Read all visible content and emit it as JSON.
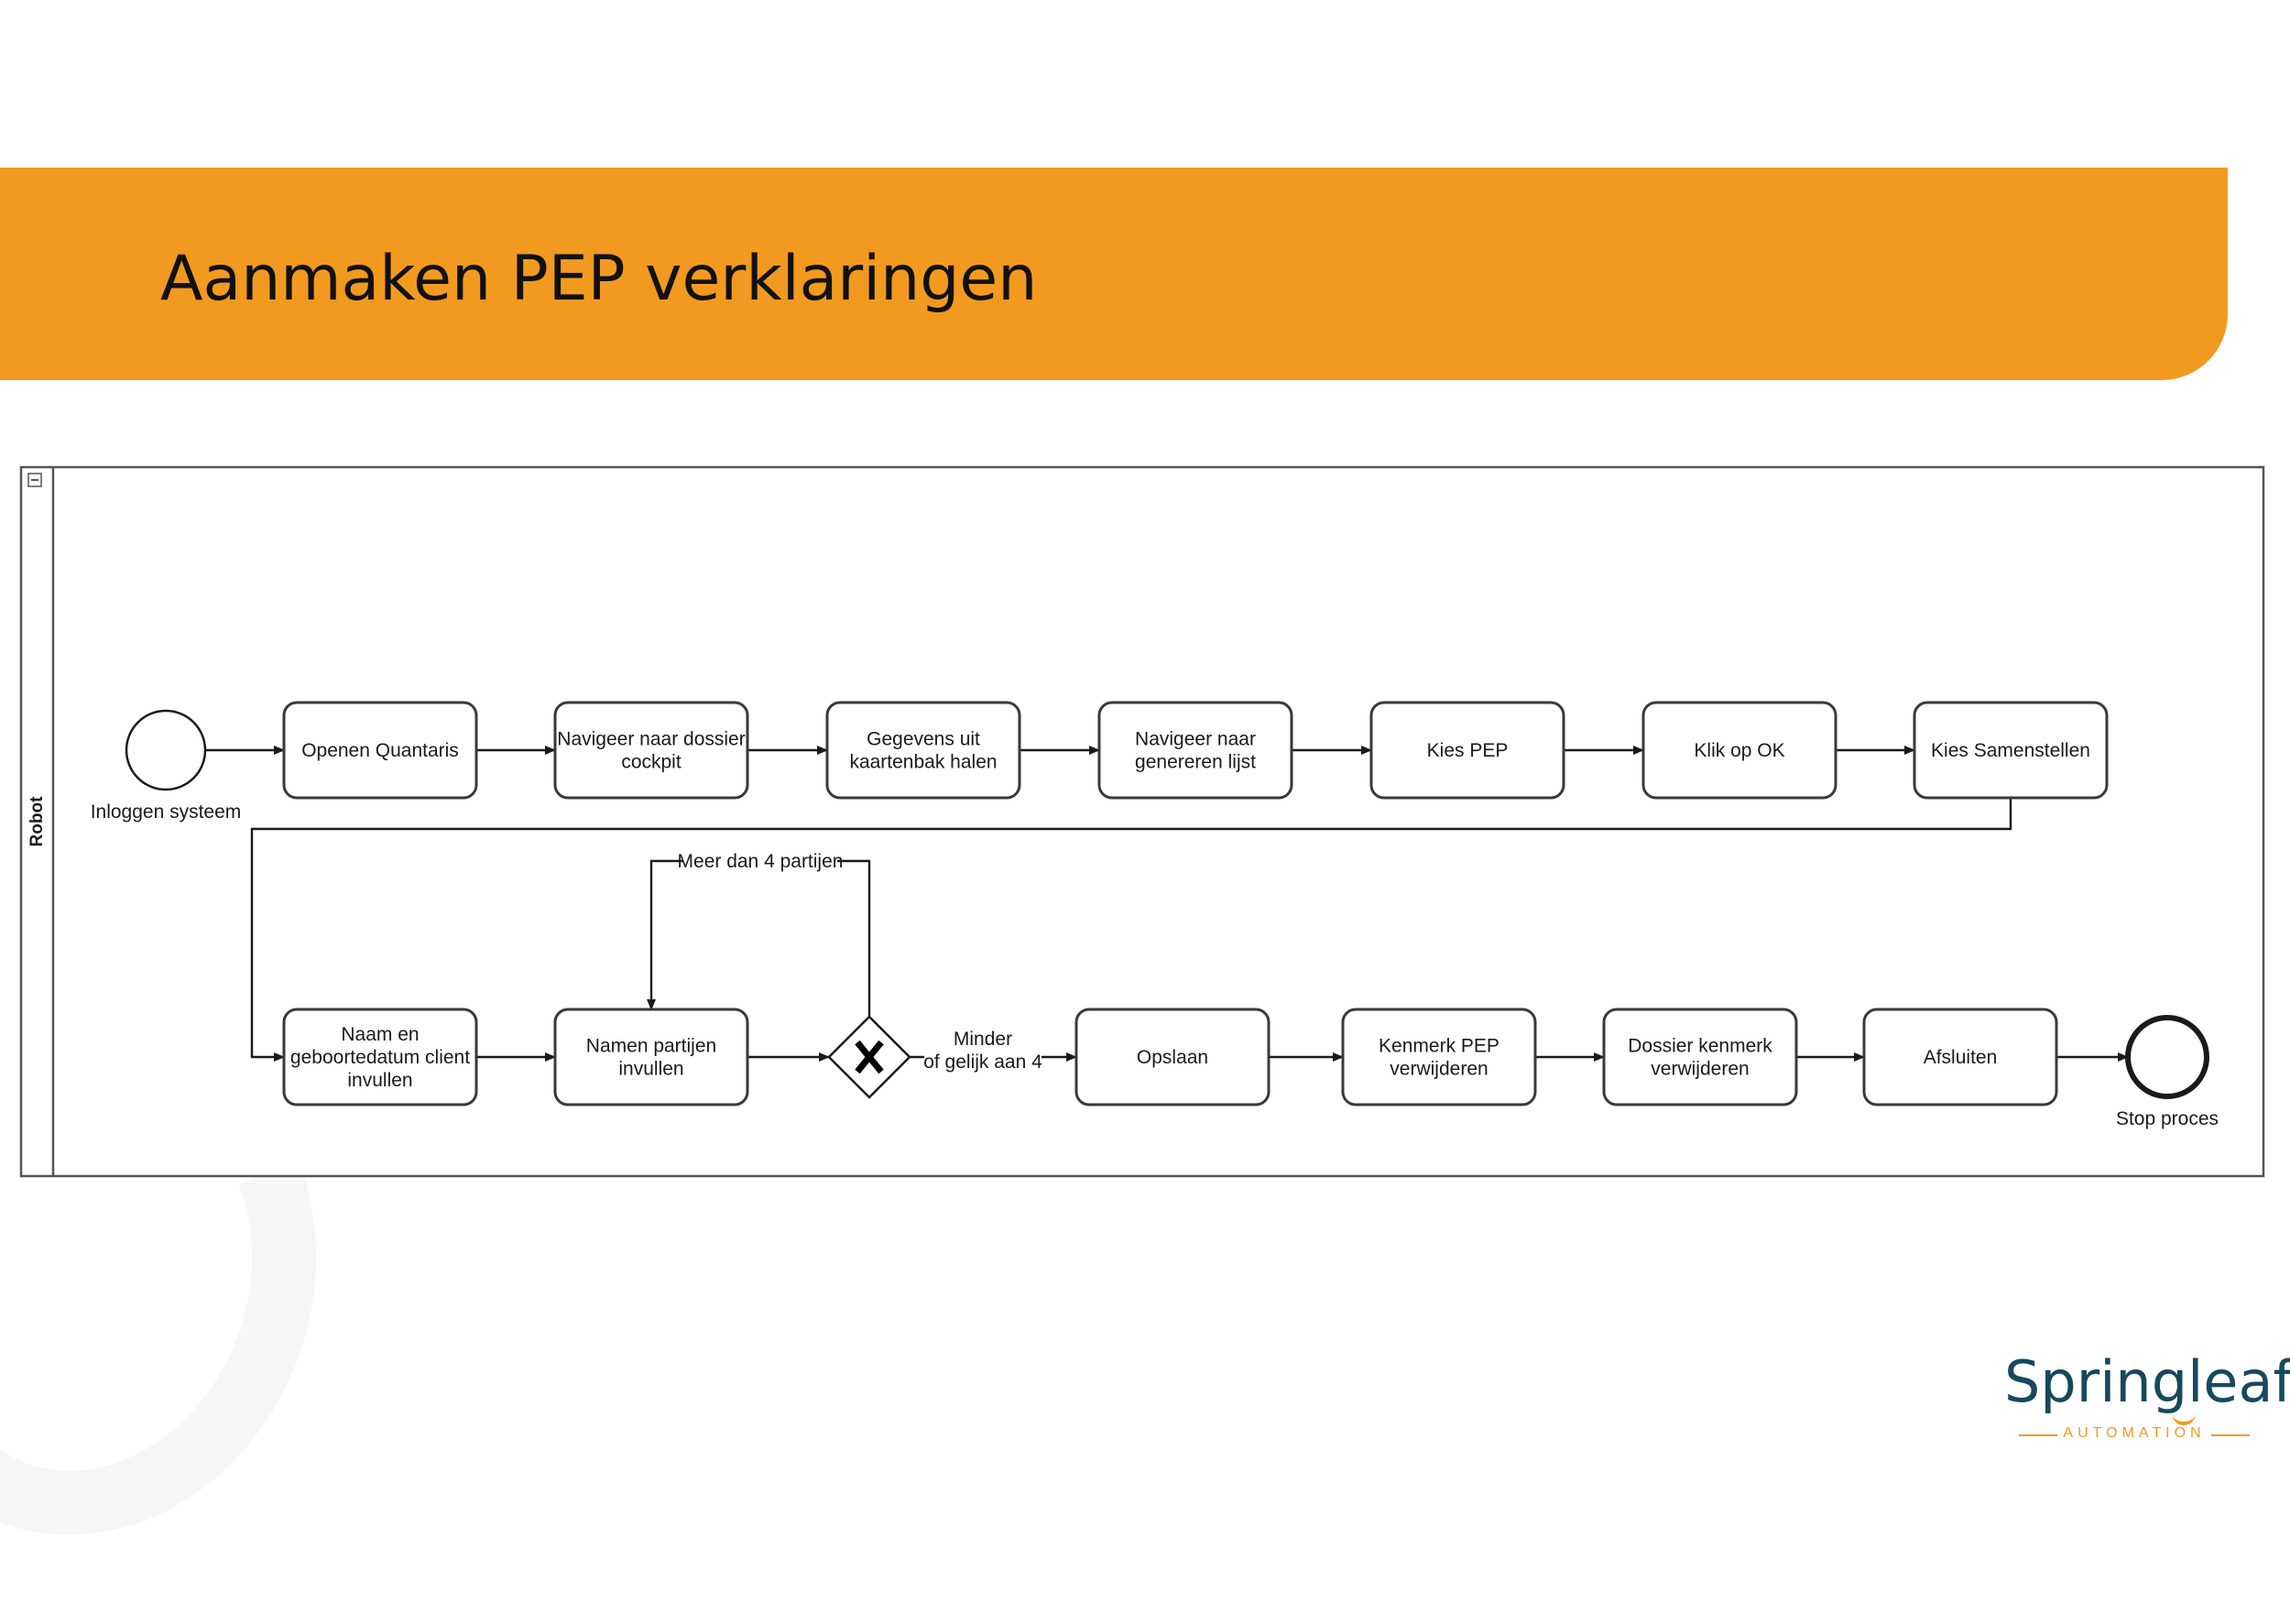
{
  "page": {
    "title": "Aanmaken PEP verklaringen"
  },
  "pool": {
    "lane_label": "Robot"
  },
  "nodes": [
    {
      "id": "start",
      "type": "start-event",
      "label": "Inloggen systeem"
    },
    {
      "id": "t1",
      "type": "task",
      "lines": [
        "Openen Quantaris"
      ]
    },
    {
      "id": "t2",
      "type": "task",
      "lines": [
        "Navigeer naar dossier",
        "cockpit"
      ]
    },
    {
      "id": "t3",
      "type": "task",
      "lines": [
        "Gegevens uit",
        "kaartenbak halen"
      ]
    },
    {
      "id": "t4",
      "type": "task",
      "lines": [
        "Navigeer naar",
        "genereren lijst"
      ]
    },
    {
      "id": "t5",
      "type": "task",
      "lines": [
        "Kies PEP"
      ]
    },
    {
      "id": "t6",
      "type": "task",
      "lines": [
        "Klik op OK"
      ]
    },
    {
      "id": "t7",
      "type": "task",
      "lines": [
        "Kies Samenstellen"
      ]
    },
    {
      "id": "t8",
      "type": "task",
      "lines": [
        "Naam en",
        "geboortedatum client",
        "invullen"
      ]
    },
    {
      "id": "t9",
      "type": "task",
      "lines": [
        "Namen partijen",
        "invullen"
      ]
    },
    {
      "id": "gw",
      "type": "exclusive-gateway"
    },
    {
      "id": "t10",
      "type": "task",
      "lines": [
        "Opslaan"
      ]
    },
    {
      "id": "t11",
      "type": "task",
      "lines": [
        "Kenmerk PEP",
        "verwijderen"
      ]
    },
    {
      "id": "t12",
      "type": "task",
      "lines": [
        "Dossier kenmerk",
        "verwijderen"
      ]
    },
    {
      "id": "t13",
      "type": "task",
      "lines": [
        "Afsluiten"
      ]
    },
    {
      "id": "end",
      "type": "end-event",
      "label": "Stop proces"
    }
  ],
  "edges": [
    {
      "from": "start",
      "to": "t1"
    },
    {
      "from": "t1",
      "to": "t2"
    },
    {
      "from": "t2",
      "to": "t3"
    },
    {
      "from": "t3",
      "to": "t4"
    },
    {
      "from": "t4",
      "to": "t5"
    },
    {
      "from": "t5",
      "to": "t6"
    },
    {
      "from": "t6",
      "to": "t7"
    },
    {
      "from": "t7",
      "to": "t8"
    },
    {
      "from": "t8",
      "to": "t9"
    },
    {
      "from": "t9",
      "to": "gw"
    },
    {
      "from": "gw",
      "to": "t9",
      "label": "Meer dan 4 partijen"
    },
    {
      "from": "gw",
      "to": "t10",
      "label_lines": [
        "Minder",
        "of gelijk aan 4"
      ]
    },
    {
      "from": "t10",
      "to": "t11"
    },
    {
      "from": "t11",
      "to": "t12"
    },
    {
      "from": "t12",
      "to": "t13"
    },
    {
      "from": "t13",
      "to": "end"
    }
  ],
  "logo": {
    "name": "Springleaf",
    "tagline": "AUTOMATION"
  },
  "colors": {
    "banner": "#f29a1f",
    "logo_text": "#17495e",
    "logo_accent": "#f29a1f",
    "stroke": "#3a3a3a"
  }
}
